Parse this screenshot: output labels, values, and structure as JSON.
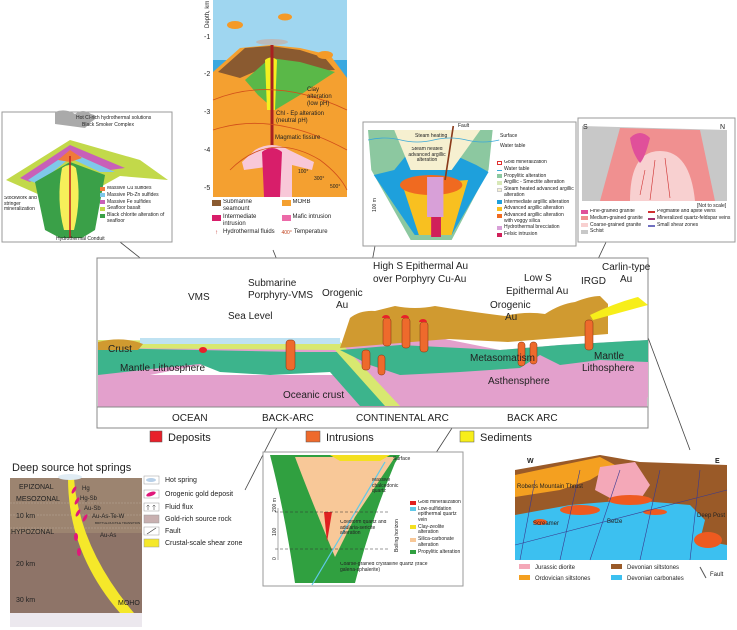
{
  "main": {
    "labels": {
      "vms": "VMS",
      "sea_level": "Sea Level",
      "submarine_1": "Submarine",
      "submarine_2": "Porphyry-VMS",
      "orogenic_left_1": "Orogenic",
      "orogenic_left_2": "Au",
      "high_s_1": "High S Epithermal  Au",
      "high_s_2": "over Porphyry Cu-Au",
      "orogenic_right_1": "Orogenic",
      "orogenic_right_2": "Au",
      "low_s_1": "Low S",
      "low_s_2": "Epithermal Au",
      "irgd": "IRGD",
      "carlin_1": "Carlin-type",
      "carlin_2": "Au",
      "crust": "Crust",
      "mantle_left": "Mantle Lithosphere",
      "oceanic_crust": "Oceanic crust",
      "metasomatism": "Metasomatism",
      "asthensphere": "Asthensphere",
      "mantle_right_1": "Mantle",
      "mantle_right_2": "Lithosphere"
    },
    "settings": [
      "OCEAN",
      "BACK-ARC",
      "CONTINENTAL ARC",
      "BACK ARC"
    ],
    "legend": [
      {
        "label": "Deposits",
        "color": "#e8202a"
      },
      {
        "label": "Intrusions",
        "color": "#ee6a2c"
      },
      {
        "label": "Sediments",
        "color": "#f7ee1a"
      }
    ]
  },
  "vms_panel": {
    "callouts": [
      "Hot Cl-rich hydrothermal solutions",
      "Black Smoker Complex",
      "Stockwork and stringer mineralization",
      "Hydrothermal Conduit"
    ],
    "legend": [
      {
        "label": "Massive Cu sulfides",
        "color": "#f07a3a"
      },
      {
        "label": "Massive Pb-Zn sulfides",
        "color": "#7fc8ea"
      },
      {
        "label": "Massive Fe sulfides",
        "color": "#c860b8"
      },
      {
        "label": "Seafloor basalt",
        "color": "#c2d94a"
      },
      {
        "label": "Black chlorite alteration of seafloor",
        "color": "#3aa048"
      }
    ]
  },
  "porphyry_panel": {
    "axis_label": "Depth, km",
    "ticks": [
      "-1",
      "-2",
      "-3",
      "-4",
      "-5"
    ],
    "callouts": [
      "Clay",
      "alteration",
      "(low pH)",
      "Chl - Ep alteration",
      "(neutral pH)",
      "Magmatic fissure"
    ],
    "isotherms": [
      "100°",
      "300°",
      "500°"
    ],
    "legend": [
      {
        "label": "Submarine seamount",
        "color": "#8a5a30"
      },
      {
        "label": "MORB",
        "color": "#f4a030"
      },
      {
        "label": "Intermediate intrusion",
        "color": "#d81e6a"
      },
      {
        "label": "Mafic intrusion",
        "color": "#ec6aa8"
      },
      {
        "label": "Hydrothermal fluids",
        "color": "#c0302a"
      },
      {
        "label": "Temperature",
        "symbol": "400°"
      }
    ]
  },
  "high_s_panel": {
    "callouts": [
      "Fault",
      "Surface",
      "Water table",
      "Steam heating",
      "Steam heated advanced argillic alteration"
    ],
    "scale": "100 m",
    "legend": [
      {
        "label": "Gold mineralization",
        "color": "#ffffff"
      },
      {
        "label": "Water table",
        "color": "#3aa8d8"
      },
      {
        "label": "Propylitic alteration",
        "color": "#8cc8a0"
      },
      {
        "label": "Argillic - Smectite alteration",
        "color": "#d8e8b8"
      },
      {
        "label": "Steam heated advanced argillic alteration",
        "color": "#f6f0d0"
      },
      {
        "label": "Intermediate argillic alteration",
        "color": "#1ea0dc"
      },
      {
        "label": "Advanced argillic alteration",
        "color": "#f8c020"
      },
      {
        "label": "Advanced argillic alteration with voggy silica",
        "color": "#f06a20"
      },
      {
        "label": "Hydrothermal brecciation",
        "color": "#d8a0d8"
      },
      {
        "label": "Felsic intrusion",
        "color": "#d0205a"
      }
    ]
  },
  "irgd_panel": {
    "directions": [
      "S",
      "N"
    ],
    "note": "[Not to scale]",
    "legend": [
      {
        "label": "Fine-grained granite",
        "color": "#e0509a"
      },
      {
        "label": "Medium-grained granite",
        "color": "#f09090"
      },
      {
        "label": "Coarse-grained granite",
        "color": "#f8d0d0"
      },
      {
        "label": "Schist",
        "color": "#c8c8c8"
      },
      {
        "label": "Pegmatite and aplite veins",
        "color": "#d03030"
      },
      {
        "label": "Mineralized quartz-feldspar veins",
        "color": "#a03070"
      },
      {
        "label": "Small shear zones",
        "color": "#7070c0"
      }
    ]
  },
  "orogenic_panel": {
    "title": "Deep source hot springs",
    "zones": [
      "EPIZONAL",
      "MESOZONAL",
      "10 km",
      "HYPOZONAL",
      "20 km",
      "30 km",
      "MOHO"
    ],
    "metals": [
      "Hg",
      "Hg-Sb",
      "Au-Sb",
      "Au-As-Te-W",
      "BRITTLE-DUCTILE TRANSITION",
      "Au-As"
    ],
    "legend": [
      {
        "label": "Hot spring"
      },
      {
        "label": "Orogenic gold deposit"
      },
      {
        "label": "Fluid flux"
      },
      {
        "label": "Gold-rich source rock"
      },
      {
        "label": "Fault"
      },
      {
        "label": "Crustal-scale shear zone"
      }
    ]
  },
  "low_s_panel": {
    "callouts": [
      "Surface",
      "Massive chalcedonic quartz",
      "Colloform quartz and adularia-sericite alteration",
      "Boiling horizon",
      "Coarse-grained crystalline quartz (trace galena-sphalerite)"
    ],
    "scale_ticks": [
      "200 m",
      "100",
      "0"
    ],
    "legend": [
      {
        "label": "Gold mineralization",
        "color": "#e02020"
      },
      {
        "label": "Low-sulfidation epithermal quartz vein",
        "color": "#60c8e8"
      },
      {
        "label": "Clay-zeolite alteration",
        "color": "#f4e020"
      },
      {
        "label": "Silica-carbonate alteration",
        "color": "#f8c898"
      },
      {
        "label": "Propylitic alteration",
        "color": "#30a040"
      }
    ]
  },
  "carlin_panel": {
    "directions": [
      "W",
      "E"
    ],
    "labels": [
      "Roberts Mountain Thrust",
      "Screamer",
      "Betze",
      "Deep Post"
    ],
    "legend": [
      {
        "label": "Jurassic diorite",
        "color": "#f4a8b8"
      },
      {
        "label": "Ordovician siltstones",
        "color": "#f4a020"
      },
      {
        "label": "Devonian siltstones",
        "color": "#9a5a28"
      },
      {
        "label": "Devonian carbonates",
        "color": "#3cc0f0"
      },
      {
        "label": "Fault"
      }
    ]
  }
}
